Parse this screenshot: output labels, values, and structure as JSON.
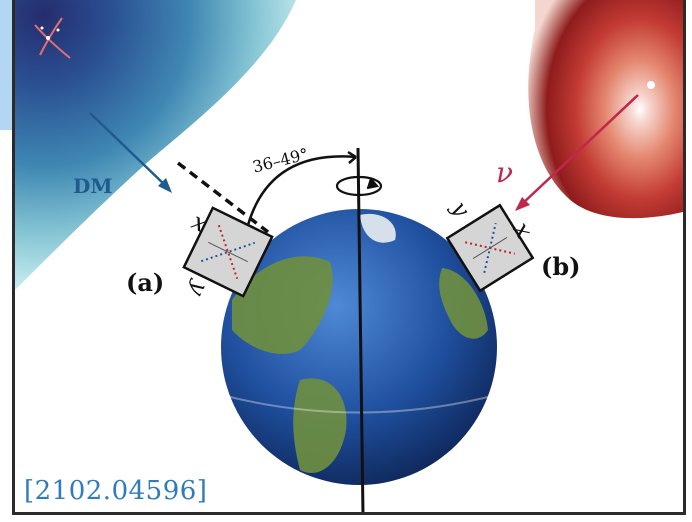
{
  "labels": {
    "dm": "DM",
    "angle": "36–49°",
    "detector_a": "(a)",
    "detector_b": "(b)",
    "nu": "ν",
    "axis_x": "x",
    "axis_y": "y"
  },
  "citation": "[2102.04596]",
  "colors": {
    "dm_dark": "#263a78",
    "dm_light": "#bfe6ea",
    "dm_arrow": "#1f5b8e",
    "nu_center": "#ffffff",
    "nu_edge": "#7a1414",
    "nu_arrow": "#c0284a",
    "citation": "#2f7bbd",
    "ocean": "#2a5fb0",
    "land": "#6b8f3d"
  },
  "icons": {
    "rotation": "rotation-arrow-icon",
    "dm_source": "crossed-lines-icon",
    "detector_a": "detector-box-icon",
    "detector_b": "detector-box-icon",
    "earth": "earth-globe-icon"
  }
}
